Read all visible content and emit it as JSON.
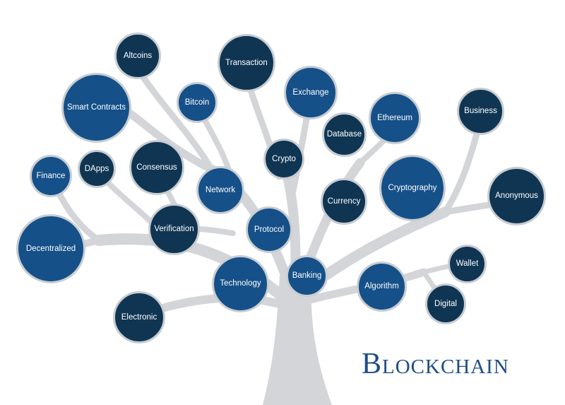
{
  "title": "Blockchain",
  "colors": {
    "dark_node": "#0f3553",
    "blue_node": "#155089",
    "branch": "#d3d5d8",
    "title": "#1d4d84"
  },
  "nodes": [
    {
      "label": "Altcoins"
    },
    {
      "label": "Transaction"
    },
    {
      "label": "Smart Contracts"
    },
    {
      "label": "Bitcoin"
    },
    {
      "label": "Exchange"
    },
    {
      "label": "Ethereum"
    },
    {
      "label": "Business"
    },
    {
      "label": "Database"
    },
    {
      "label": "Crypto"
    },
    {
      "label": "Finance"
    },
    {
      "label": "DApps"
    },
    {
      "label": "Consensus"
    },
    {
      "label": "Network"
    },
    {
      "label": "Cryptography"
    },
    {
      "label": "Currency"
    },
    {
      "label": "Anonymous"
    },
    {
      "label": "Verification"
    },
    {
      "label": "Protocol"
    },
    {
      "label": "Decentralized"
    },
    {
      "label": "Wallet"
    },
    {
      "label": "Banking"
    },
    {
      "label": "Technology"
    },
    {
      "label": "Algorithm"
    },
    {
      "label": "Digital"
    },
    {
      "label": "Electronic"
    }
  ]
}
